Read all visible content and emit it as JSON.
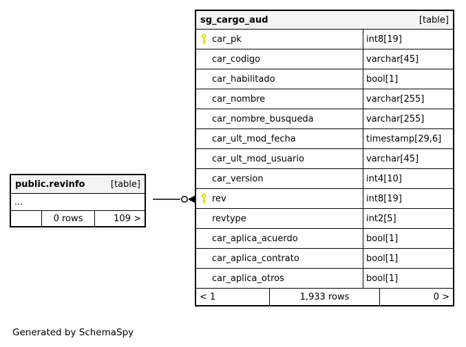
{
  "diagram": {
    "credit": "Generated by SchemaSpy"
  },
  "colors": {
    "border": "#000000",
    "header_bg": "#f4f4f4",
    "row_bg": "#ffffff",
    "key_icon": "#e0e000",
    "text": "#000000"
  },
  "revinfo_table": {
    "title": "public.revinfo",
    "type_tag": "[table]",
    "collapsed_indicator": "...",
    "footer": {
      "pagination_left": "",
      "row_count": "0 rows",
      "pagination_right": "109 >"
    }
  },
  "cargo_table": {
    "title": "sg_cargo_aud",
    "type_tag": "[table]",
    "columns": [
      {
        "name": "car_pk",
        "type": "int8[19]",
        "primary_key": true
      },
      {
        "name": "car_codigo",
        "type": "varchar[45]",
        "primary_key": false
      },
      {
        "name": "car_habilitado",
        "type": "bool[1]",
        "primary_key": false
      },
      {
        "name": "car_nombre",
        "type": "varchar[255]",
        "primary_key": false
      },
      {
        "name": "car_nombre_busqueda",
        "type": "varchar[255]",
        "primary_key": false
      },
      {
        "name": "car_ult_mod_fecha",
        "type": "timestamp[29,6]",
        "primary_key": false
      },
      {
        "name": "car_ult_mod_usuario",
        "type": "varchar[45]",
        "primary_key": false
      },
      {
        "name": "car_version",
        "type": "int4[10]",
        "primary_key": false
      },
      {
        "name": "rev",
        "type": "int8[19]",
        "primary_key": true
      },
      {
        "name": "revtype",
        "type": "int2[5]",
        "primary_key": false
      },
      {
        "name": "car_aplica_acuerdo",
        "type": "bool[1]",
        "primary_key": false
      },
      {
        "name": "car_aplica_contrato",
        "type": "bool[1]",
        "primary_key": false
      },
      {
        "name": "car_aplica_otros",
        "type": "bool[1]",
        "primary_key": false
      }
    ],
    "footer": {
      "pagination_left": "< 1",
      "row_count": "1,933 rows",
      "pagination_right": "0 >"
    }
  }
}
